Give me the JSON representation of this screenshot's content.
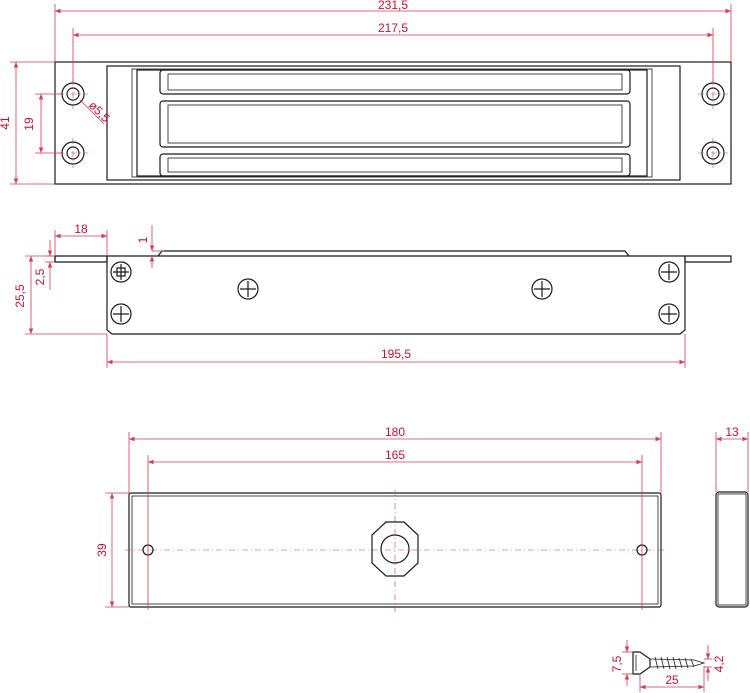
{
  "dimensions": {
    "top_view": {
      "overall_length": "231,5",
      "hole_spacing": "217,5",
      "height": "41",
      "hole_vertical_spacing": "19",
      "hole_diameter": "ø5,5"
    },
    "side_view": {
      "flange_length": "18",
      "top_offset": "1",
      "flange_thickness": "2,5",
      "height": "25,5",
      "body_length": "195,5"
    },
    "armature_view": {
      "overall_length": "180",
      "hole_spacing": "165",
      "height": "39",
      "thickness": "13"
    },
    "screw": {
      "head_diameter": "7,5",
      "length": "25",
      "thread_diameter": "4,2"
    }
  },
  "colors": {
    "dimension": "#c8102e",
    "outline": "#1a1a1a"
  }
}
